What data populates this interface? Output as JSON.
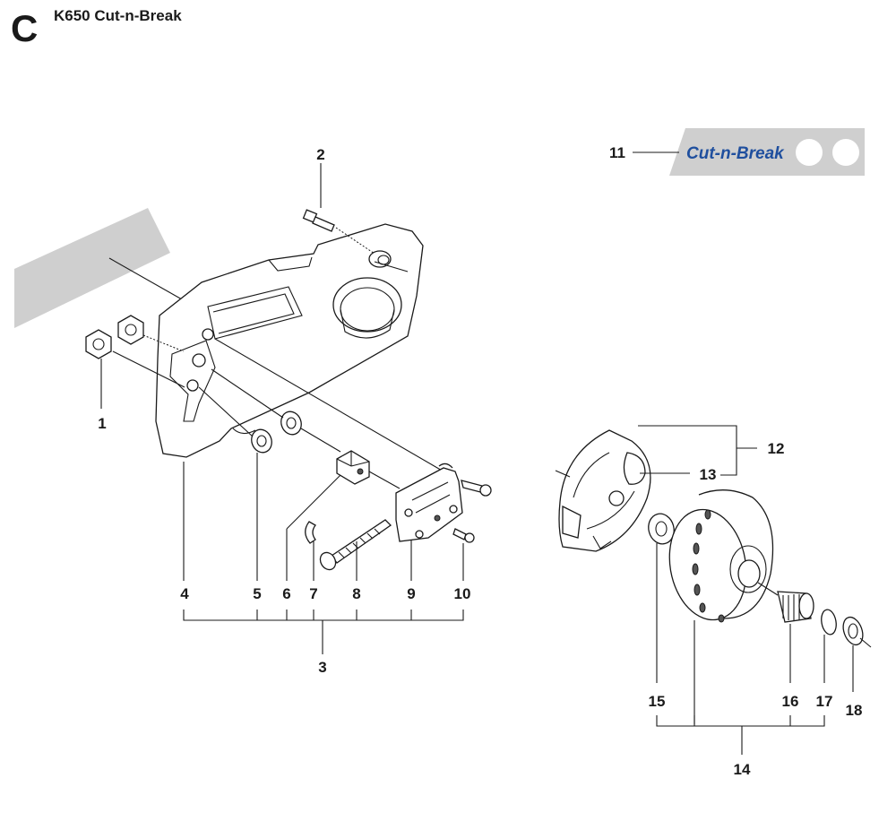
{
  "header": {
    "section_letter": "C",
    "title": "K650 Cut-n-Break"
  },
  "decal": {
    "text": "Cut-n-Break",
    "text_color": "#1f4f9e",
    "background_color": "#cfcfcf"
  },
  "callouts": {
    "c1": "1",
    "c2": "2",
    "c3": "3",
    "c4": "4",
    "c5": "5",
    "c6": "6",
    "c7": "7",
    "c8": "8",
    "c9": "9",
    "c10": "10",
    "c11": "11",
    "c12": "12",
    "c13": "13",
    "c14": "14",
    "c15": "15",
    "c16": "16",
    "c17": "17",
    "c18": "18"
  }
}
